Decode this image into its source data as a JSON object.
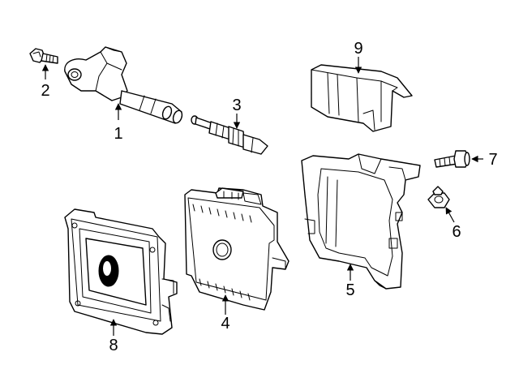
{
  "callouts": [
    {
      "id": "1",
      "text": "1"
    },
    {
      "id": "2",
      "text": "2"
    },
    {
      "id": "3",
      "text": "3"
    },
    {
      "id": "4",
      "text": "4"
    },
    {
      "id": "5",
      "text": "5"
    },
    {
      "id": "6",
      "text": "6"
    },
    {
      "id": "7",
      "text": "7"
    },
    {
      "id": "8",
      "text": "8"
    },
    {
      "id": "9",
      "text": "9"
    }
  ]
}
